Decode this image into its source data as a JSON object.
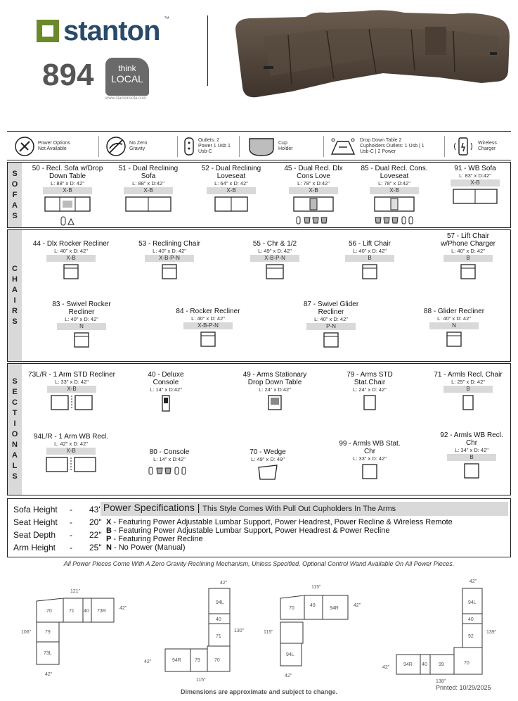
{
  "header": {
    "brand": "stanton",
    "style_number": "894",
    "badge_top": "think",
    "badge_bottom": "LOCAL",
    "badge_url": "www.stantonsofa.com"
  },
  "legend": [
    {
      "icon": "power-options-icon",
      "text": "Power Options Not Available"
    },
    {
      "icon": "zero-gravity-icon",
      "text": "No Zero Gravity"
    },
    {
      "icon": "outlets-icon",
      "text": "Outlets: 2 Power 1 Usb 1 Usb-C"
    },
    {
      "icon": "cup-holder-icon",
      "text": "Cup Holder"
    },
    {
      "icon": "drop-down-table-icon",
      "text": "Drop Down Table 2 Cupholders Outlets: 1 Usb | 1 Usb-C | 2 Power"
    },
    {
      "icon": "wireless-charger-icon",
      "text": "Wireless Charger"
    }
  ],
  "sections": {
    "sofas": "SOFAS",
    "chairs": "CHAIRS",
    "sectionals": "SECTIONALS"
  },
  "sofas": [
    {
      "name": "50 - Recl. Sofa w/Drop Down Table",
      "dims": "L: 88\" x D: 42\"",
      "code": "X-B"
    },
    {
      "name": "51 - Dual Reclining Sofa",
      "dims": "L: 88\" x D:42\"",
      "code": "X-B"
    },
    {
      "name": "52 - Dual Reclining Loveseat",
      "dims": "L: 64\" x D: 42\"",
      "code": "X-B"
    },
    {
      "name": "45 - Dual Recl. Dlx Cons Love",
      "dims": "L: 78\" x D:42\"",
      "code": "X-B"
    },
    {
      "name": "85 - Dual Recl. Cons. Loveseat",
      "dims": "L: 78\" x D:42\"",
      "code": "X-B"
    },
    {
      "name": "91 - WB Sofa",
      "dims": "L: 83\" x D:42\"",
      "code": "X-B"
    }
  ],
  "chairs": [
    {
      "name": "44 - Dlx Rocker Recliner",
      "dims": "L: 40\" x D: 42\"",
      "code": "X-B"
    },
    {
      "name": "53 - Reclining Chair",
      "dims": "L: 40\" x D: 42\"",
      "code": "X-B-P-N"
    },
    {
      "name": "55 - Chr & 1/2",
      "dims": "L: 49\" x D: 42\"",
      "code": "X-B-P-N"
    },
    {
      "name": "56 - Lift Chair",
      "dims": "L: 40\" x D: 42\"",
      "code": "B"
    },
    {
      "name": "57 - Lift Chair w/Phone Charger",
      "dims": "L: 40\" x D: 42\"",
      "code": "B"
    },
    {
      "name": "83 - Swivel Rocker Recliner",
      "dims": "L: 40\" x D: 42\"",
      "code": "N"
    },
    {
      "name": "84 - Rocker Recliner",
      "dims": "L: 40\" x D: 42\"",
      "code": "X-B-P-N"
    },
    {
      "name": "87 - Swivel Glider Recliner",
      "dims": "L: 40\" x D: 42\"",
      "code": "P-N"
    },
    {
      "name": "88 - Glider Recliner",
      "dims": "L: 40\" x D: 42\"",
      "code": "N"
    }
  ],
  "sectionals": [
    {
      "name": "73L/R - 1 Arm STD Recliner",
      "dims": "L: 33\" x D: 42\"",
      "code": "X-B"
    },
    {
      "name": "40 - Deluxe Console",
      "dims": "L: 14\" x D:42\"",
      "code": ""
    },
    {
      "name": "49 - Arms Stationary Drop Down Table",
      "dims": "L: 24\" x D:42\"",
      "code": ""
    },
    {
      "name": "79 - Arms STD Stat.Chair",
      "dims": "L: 24\" x D: 42\"",
      "code": ""
    },
    {
      "name": "71 - Armls Recl. Chair",
      "dims": "L: 25\" x D: 42\"",
      "code": "B"
    },
    {
      "name": "94L/R - 1 Arm WB Recl.",
      "dims": "L: 42\" x D: 42\"",
      "code": "X-B"
    },
    {
      "name": "80 - Console",
      "dims": "L: 14\" x D:42\"",
      "code": ""
    },
    {
      "name": "70 - Wedge",
      "dims": "L: 49\" x D: 49\"",
      "code": ""
    },
    {
      "name": "99 - Armls WB Stat. Chr",
      "dims": "L: 33\" x D: 42\"",
      "code": ""
    },
    {
      "name": "92 - Armls WB Recl. Chr",
      "dims": "L: 34\" x D: 42\"",
      "code": "B"
    }
  ],
  "dimensions": [
    {
      "label": "Sofa Height",
      "value": "43\""
    },
    {
      "label": "Seat Height",
      "value": "20\""
    },
    {
      "label": "Seat Depth",
      "value": "22\""
    },
    {
      "label": "Arm Height",
      "value": "25\""
    }
  ],
  "power": {
    "title": "Power Specifications",
    "subtitle": "This Style Comes With Pull Out Cupholders In The Arms",
    "lines": [
      {
        "key": "X",
        "text": "- Featuring Power Adjustable Lumbar Support, Power Headrest, Power Recline & Wireless Remote"
      },
      {
        "key": "B",
        "text": "- Featuring Power Adjustable Lumbar Support, Power Headrest &  Power Recline"
      },
      {
        "key": "P",
        "text": "- Featuring Power Recline"
      },
      {
        "key": "N",
        "text": "- No Power (Manual)"
      }
    ]
  },
  "footnote": "All Power Pieces Come With A Zero Gravity Reclining Mechanism, Unless Specified. Optional Control Wand Available On All Power Pieces.",
  "layouts": {
    "l1": {
      "top": "121\"",
      "right": "42\"",
      "left": "106\"",
      "bottom": "42\"",
      "pieces": [
        "70",
        "71",
        "40",
        "73R",
        "79",
        "73L"
      ]
    },
    "l2": {
      "top": "42\"",
      "right": "130\"",
      "left": "42\"",
      "bottom": "115\"",
      "pieces": [
        "94L",
        "40",
        "71",
        "94R",
        "79",
        "70"
      ]
    },
    "l3": {
      "top": "115\"",
      "right": "42\"",
      "left": "115\"",
      "bottom": "42\"",
      "pieces": [
        "70",
        "49",
        "94R",
        "94L"
      ]
    },
    "l4": {
      "top": "42\"",
      "right": "139\"",
      "left": "42\"",
      "bottom": "138\"",
      "pieces": [
        "94L",
        "40",
        "92",
        "94R",
        "40",
        "99",
        "70"
      ]
    }
  },
  "bottom_note": "Dimensions are approximate and subject to change.",
  "printed": "Printed: 10/29/2025"
}
